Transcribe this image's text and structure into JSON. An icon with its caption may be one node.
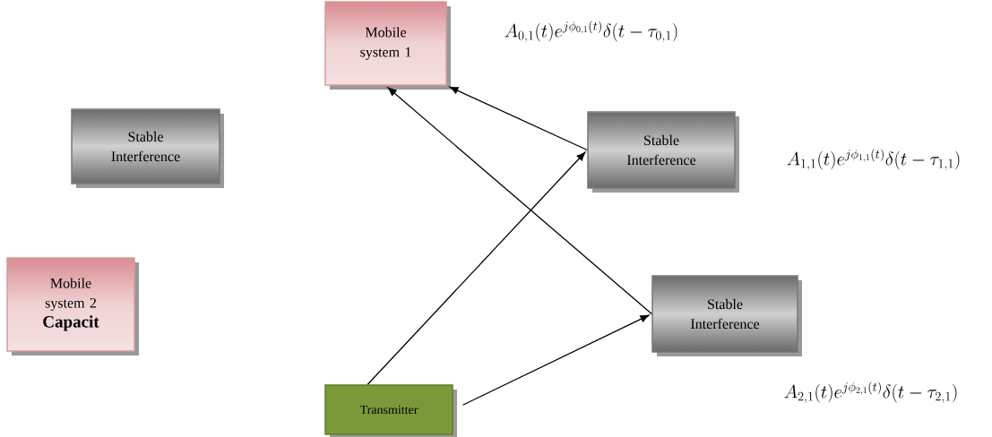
{
  "diagram": {
    "nodes": [
      {
        "text": [
          "Mobile system 1"
        ]
      },
      {
        "text": [
          "Stable Interference"
        ]
      },
      {
        "text": [
          "Stable Interference"
        ]
      },
      {
        "text": [
          "Mobile system 2",
          "Capacit"
        ]
      },
      {
        "text": [
          "Stable Interference"
        ]
      },
      {
        "text": [
          "Transmitter"
        ]
      }
    ],
    "edges": [
      {
        "from": 5,
        "to": 2,
        "arrow": "to"
      },
      {
        "from": 5,
        "to": 4,
        "arrow": "to"
      },
      {
        "from": 2,
        "to": 0,
        "arrow": "to"
      },
      {
        "from": 4,
        "to": 0,
        "arrow": "to"
      }
    ],
    "labels": [
      "A_{0,1}(t)e^{j\\phi_{0,1}(t)}\\delta(t-\\tau_{0,1})",
      "A_{1,1}(t)e^{j\\phi_{1,1}(t)}\\delta(t-\\tau_{1,1})",
      "A_{2,1}(t)e^{j\\phi_{2,1}(t)}\\delta(t-\\tau_{2,1})"
    ]
  }
}
